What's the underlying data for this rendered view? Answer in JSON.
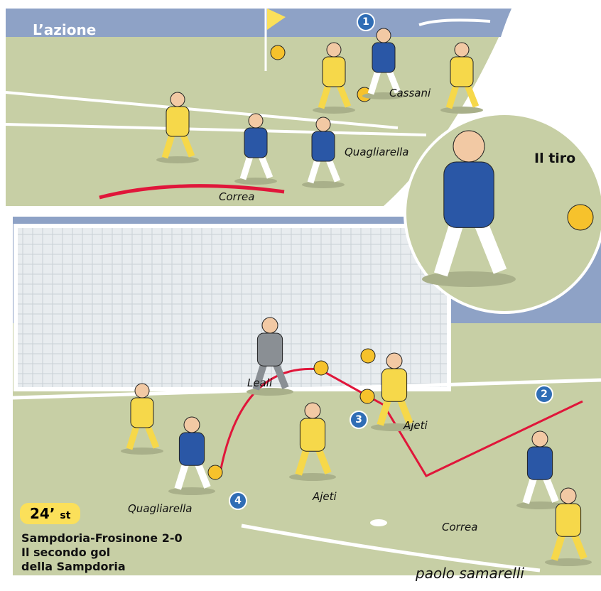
{
  "top_panel": {
    "title": "L’azione",
    "labels": {
      "cassani": "Cassani",
      "quagliarella": "Quagliarella",
      "correa": "Correa"
    },
    "step": "1"
  },
  "inset": {
    "title": "Il tiro"
  },
  "bottom_panel": {
    "labels": {
      "leali": "Leali",
      "ajeti_1": "Ajeti",
      "ajeti_2": "Ajeti",
      "quagliarella": "Quagliarella",
      "correa": "Correa"
    },
    "steps": [
      "2",
      "3",
      "4"
    ]
  },
  "caption": {
    "time": "24’",
    "time_suffix": "st",
    "match": "Sampdoria-Frosinone 2-0",
    "line1": "Il secondo gol",
    "line2": "della Sampdoria"
  },
  "credit": "paolo samarelli",
  "colors": {
    "pitch": "#c7cfa5",
    "sky": "#8ea2c6",
    "arrow": "#e0163a",
    "yellow_kit": "#f6d84a",
    "blue_kit": "#2a57a6",
    "badge": "#2f6db5"
  }
}
